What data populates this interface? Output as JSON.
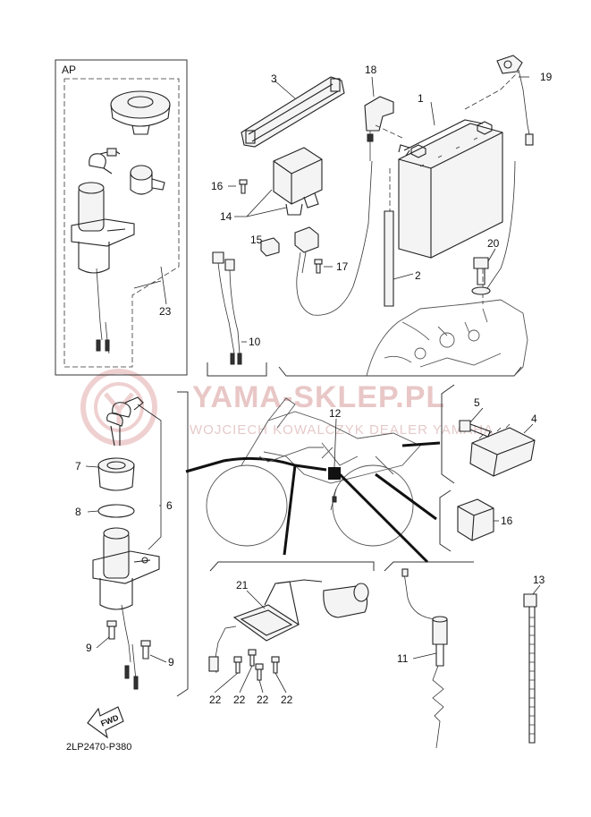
{
  "diagram": {
    "drawing_code": "2LP2470-P380",
    "ap_box_label": "AP",
    "fwd_label": "FWD",
    "watermark": {
      "title": "YAMA-SKLEP.PL",
      "subtitle": "WOJCIECH KOWALCZYK DEALER YAMAHA"
    },
    "callouts": [
      {
        "id": "c1",
        "text": "1"
      },
      {
        "id": "c2",
        "text": "2"
      },
      {
        "id": "c3",
        "text": "3"
      },
      {
        "id": "c4",
        "text": "4"
      },
      {
        "id": "c5",
        "text": "5"
      },
      {
        "id": "c6",
        "text": "6"
      },
      {
        "id": "c7",
        "text": "7"
      },
      {
        "id": "c8",
        "text": "8"
      },
      {
        "id": "c9a",
        "text": "9"
      },
      {
        "id": "c9b",
        "text": "9"
      },
      {
        "id": "c10",
        "text": "10"
      },
      {
        "id": "c11",
        "text": "11"
      },
      {
        "id": "c12",
        "text": "12"
      },
      {
        "id": "c13",
        "text": "13"
      },
      {
        "id": "c14",
        "text": "14"
      },
      {
        "id": "c15",
        "text": "15"
      },
      {
        "id": "c16a",
        "text": "16"
      },
      {
        "id": "c16b",
        "text": "16"
      },
      {
        "id": "c17",
        "text": "17"
      },
      {
        "id": "c18",
        "text": "18"
      },
      {
        "id": "c19",
        "text": "19"
      },
      {
        "id": "c20",
        "text": "20"
      },
      {
        "id": "c21",
        "text": "21"
      },
      {
        "id": "c22a",
        "text": "22"
      },
      {
        "id": "c22b",
        "text": "22"
      },
      {
        "id": "c22c",
        "text": "22"
      },
      {
        "id": "c22d",
        "text": "22"
      },
      {
        "id": "c23",
        "text": "23"
      }
    ]
  }
}
